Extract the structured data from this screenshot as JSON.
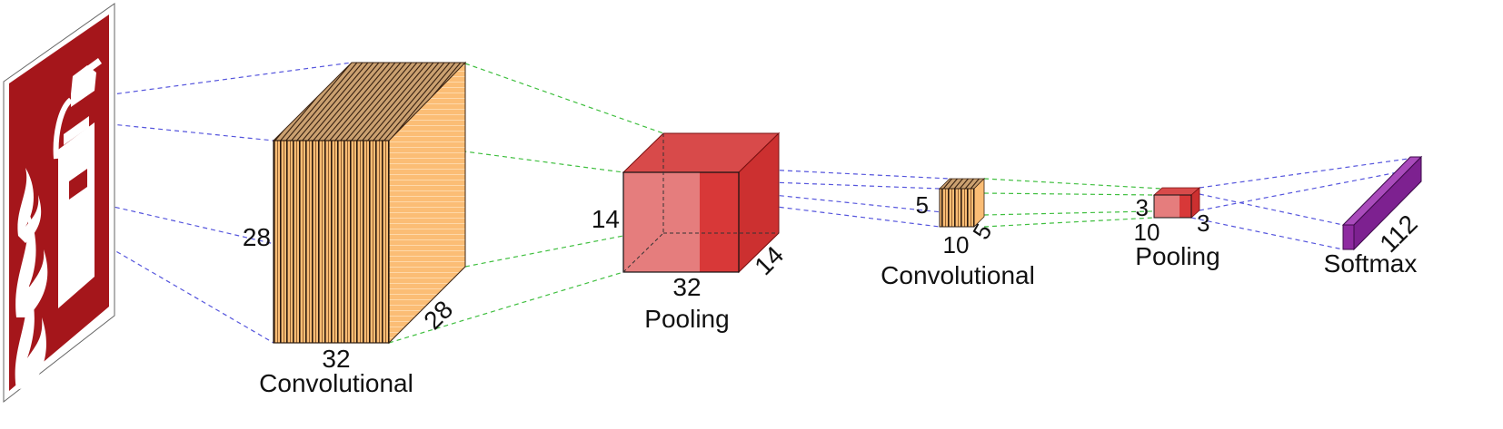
{
  "input": {
    "icon": "fire-extinguisher-icon",
    "bg_color": "#a5161b"
  },
  "layers": [
    {
      "id": "conv1",
      "type": "Convolutional",
      "caption": "Convolutional",
      "height_label": "28",
      "depth_label": "28",
      "width_label": "32",
      "face_color": "#fbbd75",
      "grid_color": "#3b2413"
    },
    {
      "id": "pool1",
      "type": "Pooling",
      "caption": "Pooling",
      "height_label": "14",
      "depth_label": "14",
      "width_label": "32",
      "face_color": "#e57d7d",
      "grid_color": "#b22222"
    },
    {
      "id": "conv2",
      "type": "Convolutional",
      "caption": "Convolutional",
      "height_label": "5",
      "depth_label": "5",
      "width_label": "10",
      "face_color": "#fbbd75",
      "grid_color": "#3b2413"
    },
    {
      "id": "pool2",
      "type": "Pooling",
      "caption": "Pooling",
      "height_label": "3",
      "depth_label": "3",
      "width_label": "10",
      "face_color": "#e57d7d",
      "grid_color": "#b22222"
    },
    {
      "id": "softmax",
      "type": "Softmax",
      "caption": "Softmax",
      "depth_label": "112",
      "face_color": "#8e2aa0"
    }
  ],
  "connector_colors": {
    "input_to_conv": "#4b4bd6",
    "conv_to_pool": "#3fbf3f"
  }
}
